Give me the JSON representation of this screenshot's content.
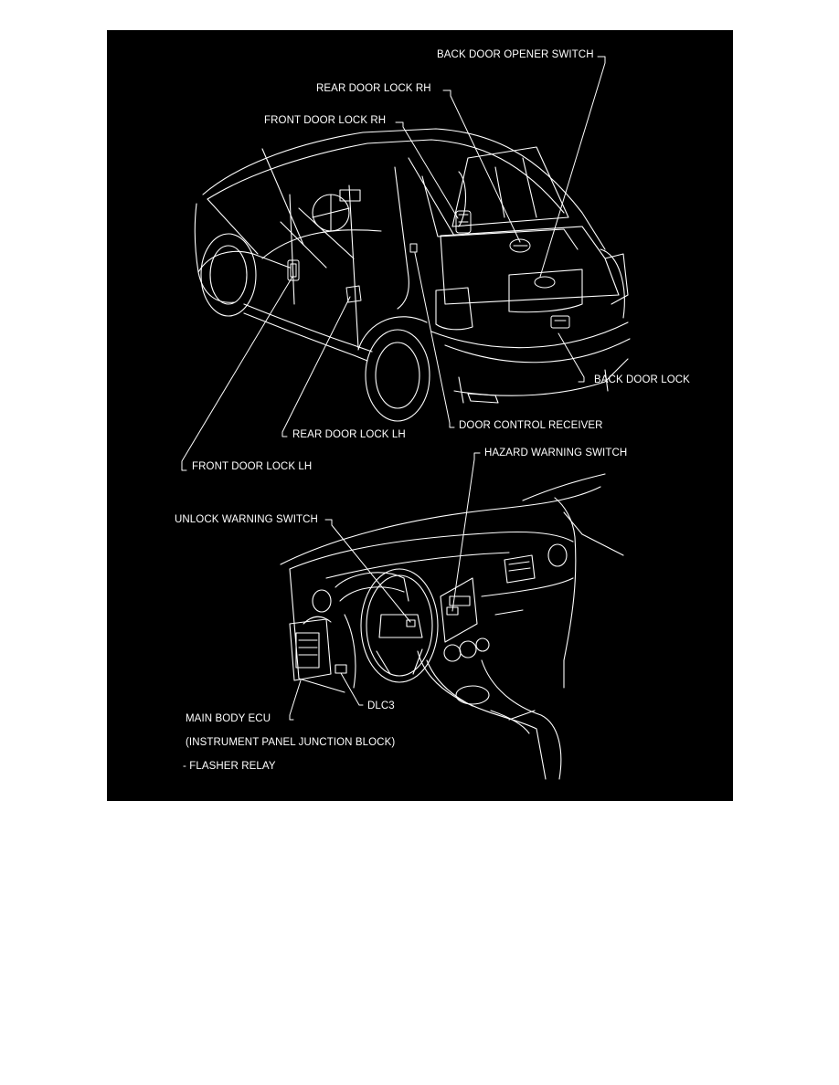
{
  "colors": {
    "page_bg": "#ffffff",
    "figure_bg": "#000000",
    "line": "#ffffff"
  },
  "labels": {
    "back_door_opener_switch": "BACK DOOR OPENER SWITCH",
    "rear_door_lock_rh": "REAR DOOR LOCK RH",
    "front_door_lock_rh": "FRONT DOOR LOCK RH",
    "back_door_lock": "BACK DOOR LOCK",
    "door_control_receiver": "DOOR CONTROL RECEIVER",
    "rear_door_lock_lh": "REAR DOOR LOCK LH",
    "front_door_lock_lh": "FRONT DOOR LOCK LH",
    "hazard_warning_switch": "HAZARD WARNING SWITCH",
    "unlock_warning_switch": "UNLOCK WARNING SWITCH",
    "dlc3": "DLC3",
    "main_body_ecu": "MAIN BODY ECU",
    "instrument_panel_junction_block": "(INSTRUMENT PANEL JUNCTION BLOCK)",
    "flasher_relay": "- FLASHER RELAY"
  }
}
